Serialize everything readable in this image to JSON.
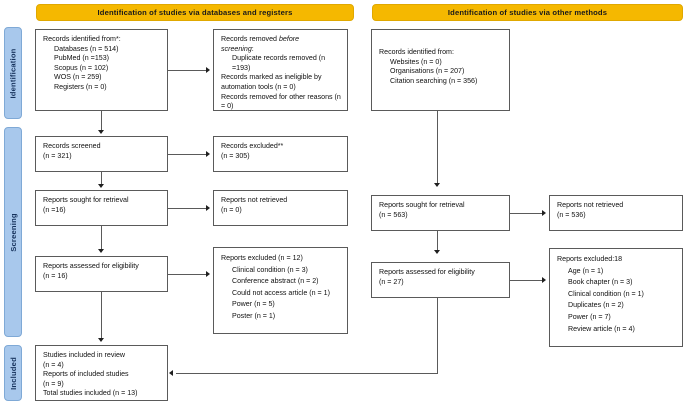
{
  "diagram": {
    "title": "PRISMA 2020 flow diagram",
    "colors": {
      "band": "#F5B800",
      "stage": "#A8C8EC",
      "box_border": "#5a5a5a",
      "connector": "#5a5a5a",
      "text": "#101010"
    }
  },
  "bands": [
    {
      "id": "band-databases",
      "label": "Identification of studies via databases and registers"
    },
    {
      "id": "band-other",
      "label": "Identification of studies via other methods"
    }
  ],
  "stages": [
    {
      "id": "stage-identification",
      "label": "Identification"
    },
    {
      "id": "stage-screening",
      "label": "Screening"
    },
    {
      "id": "stage-included",
      "label": "Included"
    }
  ],
  "boxes": {
    "records_identified": {
      "title": "Records identified from*:",
      "items": [
        "Databases (n = 514)",
        "PubMed (n =153)",
        "Scopus (n = 102)",
        "WOS (n = 259)",
        "Registers (n = 0)"
      ]
    },
    "records_removed": {
      "title_pre": "Records removed ",
      "title_em": "before",
      "title_post": "",
      "title_line2_em": "screening",
      "title_line2_post": ":",
      "items": [
        "Duplicate records removed (n =193)",
        "Records marked as ineligible by automation tools (n = 0)",
        "Records removed for other reasons (n = 0)"
      ]
    },
    "records_screened": {
      "line1": "Records screened",
      "line2": "(n = 321)"
    },
    "records_excluded": {
      "line1": "Records excluded**",
      "line2": "(n = 305)"
    },
    "reports_sought_left": {
      "line1": "Reports sought for retrieval",
      "line2": "(n =16)"
    },
    "reports_not_retrieved_left": {
      "line1": "Reports not retrieved",
      "line2": "(n = 0)"
    },
    "reports_assessed_left": {
      "line1": "Reports assessed for eligibility",
      "line2": "(n = 16)"
    },
    "reports_excluded_left": {
      "title": "Reports excluded (n = 12)",
      "items": [
        "Clinical condition (n = 3)",
        "Conference abstract (n = 2)",
        "Could not access article (n = 1)",
        "Power (n = 5)",
        "Poster (n = 1)"
      ]
    },
    "studies_included": {
      "line1": "Studies included in review",
      "line2": "(n = 4)",
      "line3": "Reports of included studies",
      "line4": "(n = 9)",
      "line5": "Total studies included (n = 13)"
    },
    "records_identified_other": {
      "title": "Records identified from:",
      "items": [
        "Websites (n = 0)",
        "Organisations (n = 207)",
        "Citation searching (n = 356)"
      ]
    },
    "reports_sought_right": {
      "line1": "Reports sought for retrieval",
      "line2": "(n = 563)"
    },
    "reports_not_retrieved_right": {
      "line1": "Reports not retrieved",
      "line2": "(n = 536)"
    },
    "reports_assessed_right": {
      "line1": "Reports assessed for eligibility",
      "line2": "(n = 27)"
    },
    "reports_excluded_right": {
      "title": "Reports excluded:18",
      "items": [
        "Age (n = 1)",
        "Book chapter (n = 3)",
        "Clinical condition (n = 1)",
        "Duplicates (n = 2)",
        "Power (n = 7)",
        "Review article (n = 4)"
      ]
    }
  }
}
